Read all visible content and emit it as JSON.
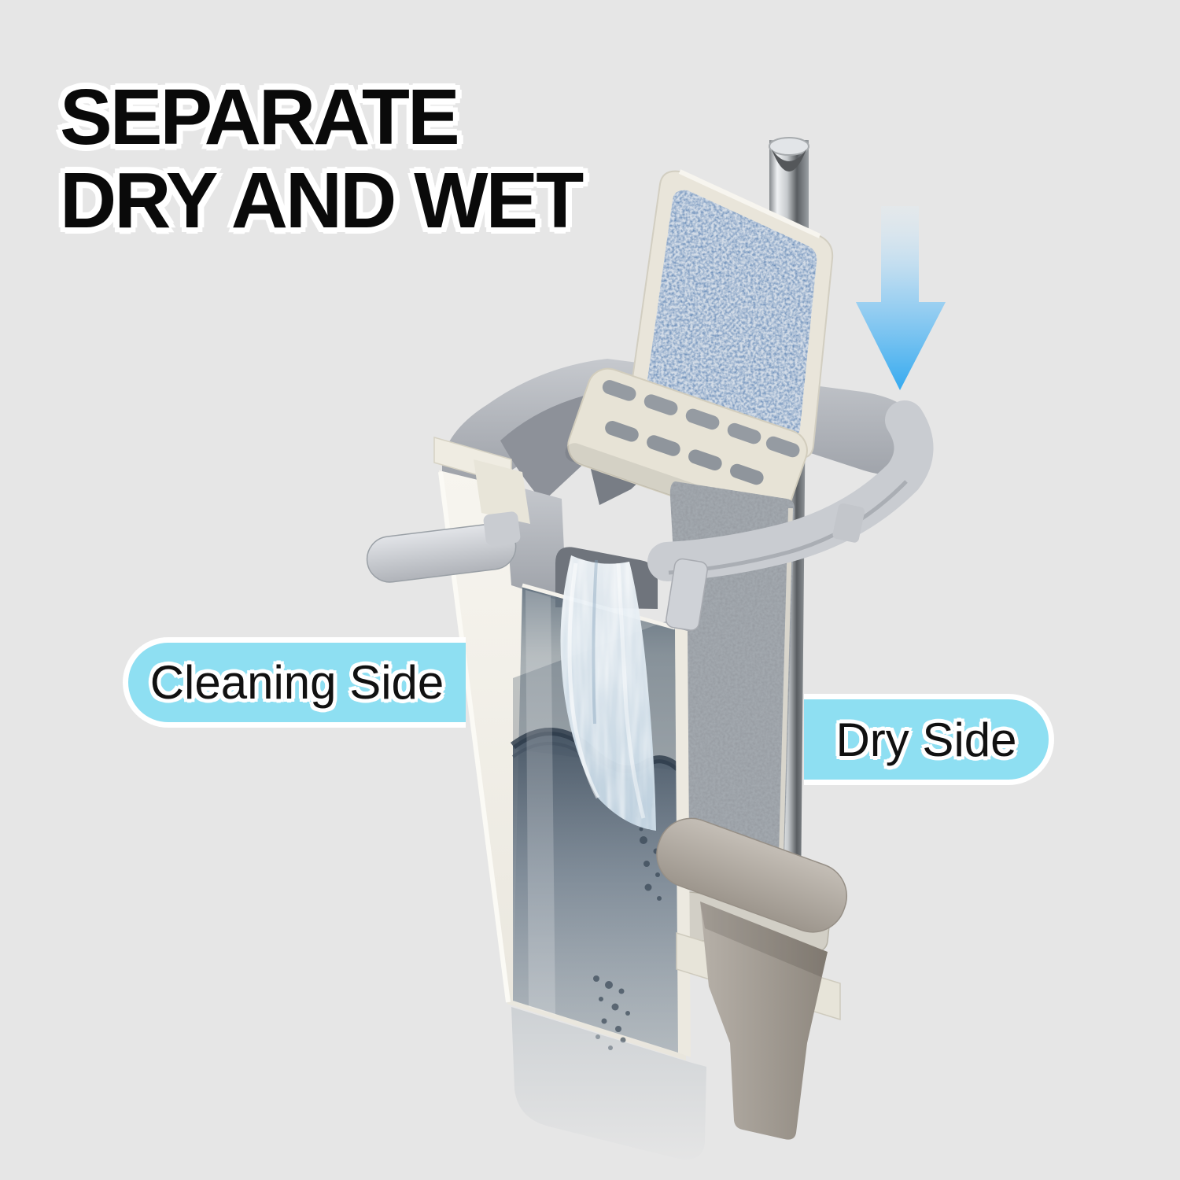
{
  "scene": {
    "background_color": "#e6e6e6",
    "headline": {
      "line1": "SEPARATE",
      "line2": "DRY AND WET"
    },
    "callouts": {
      "cleaning_side": {
        "text": "Cleaning Side"
      },
      "dry_side": {
        "text": "Dry Side"
      }
    },
    "arrow": {
      "direction": "down"
    },
    "colors_css": {
      "bg": "#e6e6e6",
      "ink": "#0a0a0a",
      "text-outline": "#ffffff",
      "pill": "#8edff2",
      "pill-border": "#ffffff",
      "arrow-top": "#ddedf8",
      "arrow-bottom": "#35aaf0",
      "bucket-white": "#f1efe8",
      "rim-gray": "#b3b6bc",
      "bar-gray": "#c9ccd1",
      "plate-cream": "#e7e3d6",
      "pad-wet-base": "#d3dce7",
      "pad-dry-base": "#a2a8ae",
      "water-deep": "#526171",
      "tray-gray": "#aba49c"
    }
  }
}
